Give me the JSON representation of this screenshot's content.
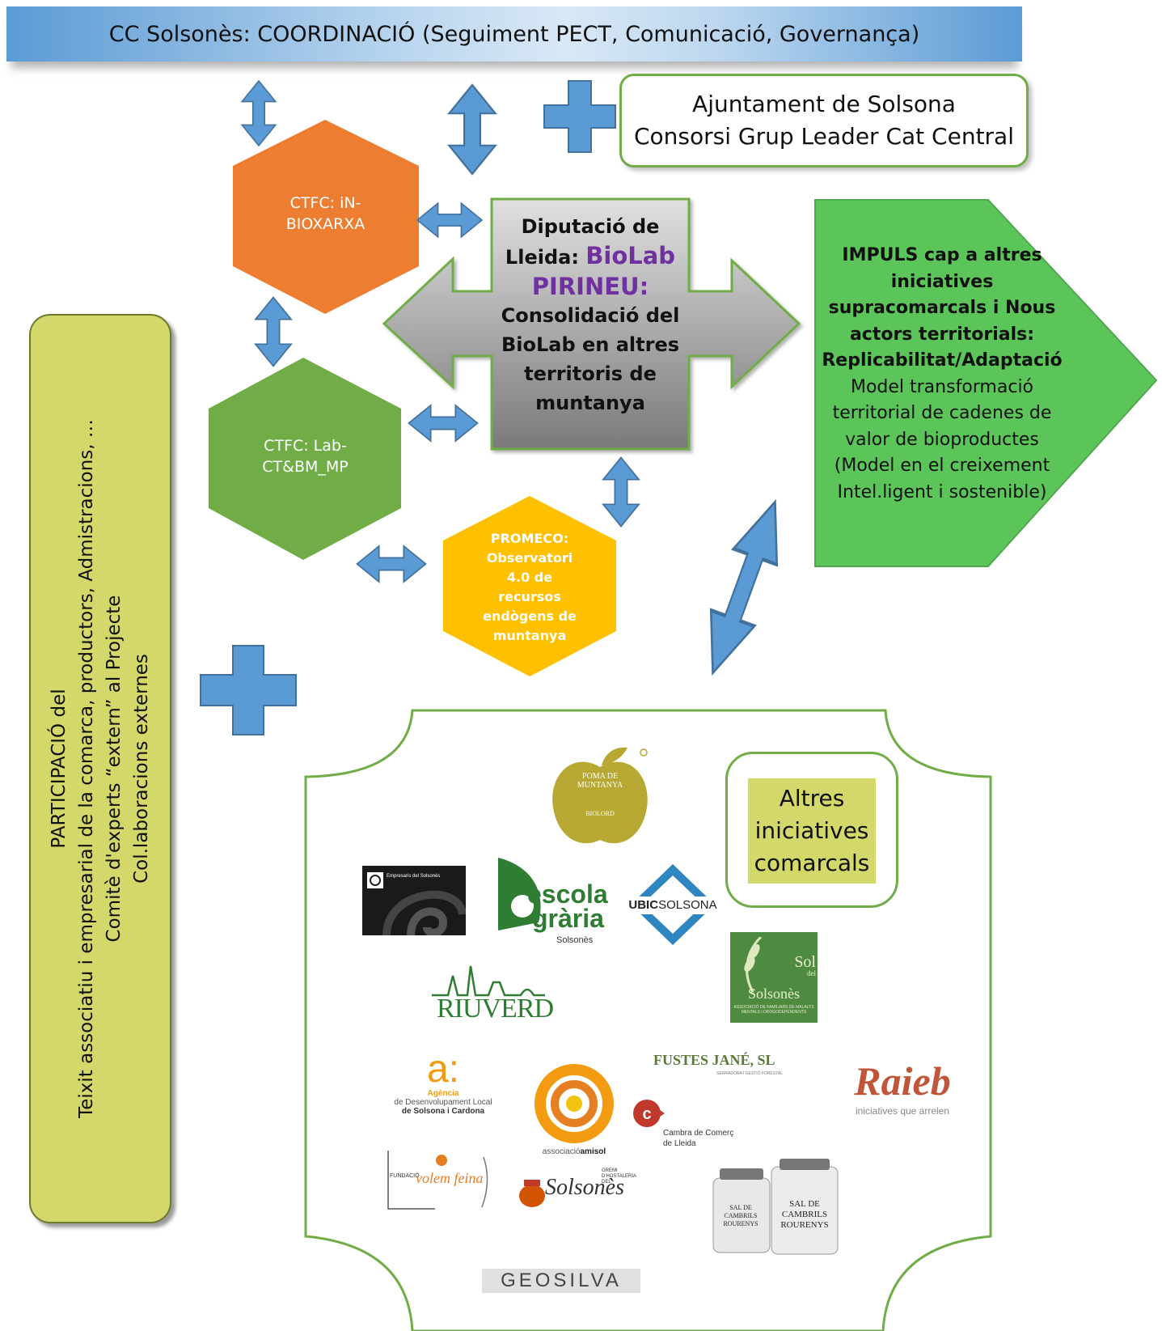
{
  "banner": {
    "text": "CC Solsonès: COORDINACIÓ (Seguiment PECT, Comunicació, Governança)"
  },
  "partners": {
    "line1": "Ajuntament de Solsona",
    "line2": "Consorsi Grup Leader Cat Central"
  },
  "ctfc_inbio": {
    "line1": "CTFC: iN-",
    "line2": "BIOXARXA"
  },
  "ctfc_lab": {
    "line1": "CTFC: Lab-",
    "line2": "CT&BM_MP"
  },
  "promeco": {
    "lines": [
      "PROMECO:",
      "Observatori",
      "4.0 de",
      "recursos",
      "endògens de",
      "muntanya"
    ]
  },
  "diputacio": {
    "line1": "Diputació de",
    "line2_pre": "Lleida: ",
    "line2_accent": "BioLab",
    "line3_accent": "PIRINEU:",
    "rest": [
      "Consolidació del",
      "BioLab en altres",
      "territoris de",
      "muntanya"
    ]
  },
  "impuls": {
    "bold": [
      "IMPULS cap a altres",
      "iniciatives",
      "supracomarcals i Nous",
      "actors territorials:",
      "Replicabilitat/Adaptació"
    ],
    "normal": [
      "Model transformació",
      "territorial de cadenes de",
      "valor de bioproductes",
      "(Model en el creixement",
      "Intel.ligent i sostenible)"
    ]
  },
  "participacio": {
    "lines": [
      "PARTICIPACIÓ del",
      "Teixit associatiu i empresarial de la comarca, productors, Admistracions, …",
      "Comitè d'experts “extern” al Projecte",
      "Col.laboracions externes"
    ]
  },
  "altres": {
    "lines": [
      "Altres",
      "iniciatives",
      "comarcals"
    ]
  },
  "logos": {
    "poma": {
      "line1": "POMA DE",
      "line2": "MUNTANYA",
      "line3": "BIOLORD"
    },
    "empresaris": {
      "text": "Empresaris del Solsonès"
    },
    "escola": {
      "line1": "escola",
      "line2": "grària",
      "line3": "Solsonès"
    },
    "ubic": {
      "text_bold": "UBIC",
      "text": "SOLSONA"
    },
    "sol": {
      "line1": "Sol",
      "line2": "del",
      "line3": "Solsonès",
      "caption": "ASSOCIACIÓ DE FAMILIARS DE MALALTS MENTALS I DROGODEPENDENTS"
    },
    "riuverd": {
      "text": "RIUVERD"
    },
    "fustes": {
      "text": "FUSTES JANÉ, SL",
      "caption": "SERRADORA I GESTIÓ FORESTAL"
    },
    "agencia": {
      "letter": "a:",
      "line1": "Agència",
      "line2": "de Desenvolupament Local",
      "line3": "de Solsona i Cardona"
    },
    "amisol": {
      "pre": "associació",
      "bold": "amisol"
    },
    "cambra": {
      "line1": "Cambra de Comerç",
      "line2": "de Lleida"
    },
    "raieb": {
      "text": "Raieb",
      "caption": "iniciatives que arrelen"
    },
    "volem": {
      "line1": "FUNDACIÓ",
      "line2": "volem feina"
    },
    "gremi": {
      "text": "Solsonès",
      "caption": "GREMI D'HOSTALERIA DEL"
    },
    "sal": {
      "line1": "SAL DE",
      "line2": "CAMBRILS",
      "line3": "ROURENYS"
    },
    "geosilva": {
      "text": "GEOSILVA"
    }
  },
  "colors": {
    "orange": "#ed7d31",
    "green": "#70ad47",
    "yellow": "#ffc000",
    "blue": "#5b9bd5",
    "gray_top": "#d9d9d9",
    "gray_bottom": "#7f7f7f",
    "olive": "#d4d86a",
    "purple": "#7030a0"
  }
}
